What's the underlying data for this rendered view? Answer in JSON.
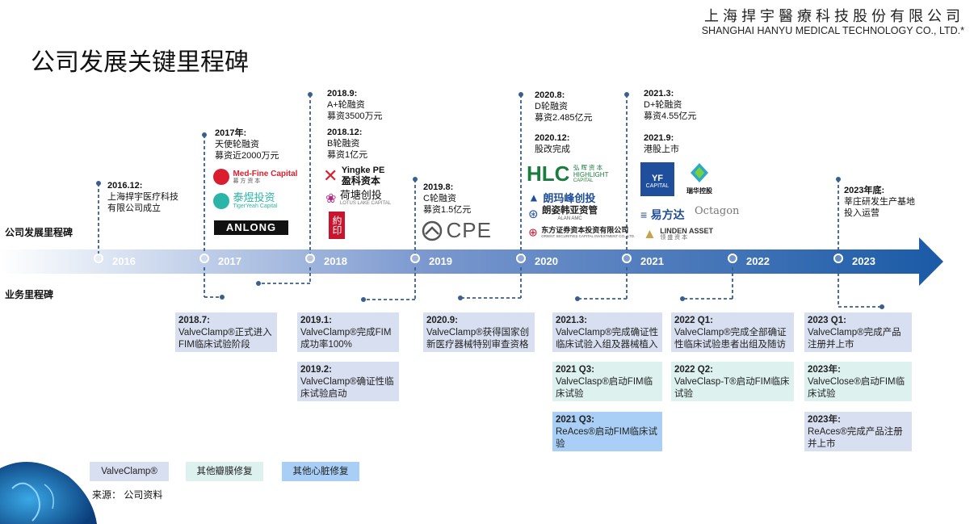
{
  "header": {
    "company_cn": "上海捍宇醫療科技股份有限公司",
    "company_en": "SHANGHAI HANYU MEDICAL TECHNOLOGY CO., LTD.*",
    "title": "公司发展关键里程碑"
  },
  "labels": {
    "company_milestones": "公司发展里程碑",
    "business_milestones": "业务里程碑"
  },
  "years": [
    "2016",
    "2017",
    "2018",
    "2019",
    "2020",
    "2021",
    "2022",
    "2023"
  ],
  "company_events": {
    "e2016": {
      "date": "2016.12:",
      "lines": [
        "上海捍宇医疗科技",
        "有限公司成立"
      ]
    },
    "e2017": {
      "date": "2017年:",
      "lines": [
        "天使轮融资",
        "募资近2000万元"
      ]
    },
    "e2018a": {
      "date": "2018.9:",
      "lines": [
        "A+轮融资",
        "募资3500万元"
      ]
    },
    "e2018b": {
      "date": "2018.12:",
      "lines": [
        "B轮融资",
        "募资1亿元"
      ]
    },
    "e2019": {
      "date": "2019.8:",
      "lines": [
        "C轮融资",
        "募资1.5亿元"
      ]
    },
    "e2020a": {
      "date": "2020.8:",
      "lines": [
        "D轮融资",
        "募资2.485亿元"
      ]
    },
    "e2020b": {
      "date": "2020.12:",
      "lines": [
        "股改完成"
      ]
    },
    "e2021a": {
      "date": "2021.3:",
      "lines": [
        "D+轮融资",
        "募资4.55亿元"
      ]
    },
    "e2021b": {
      "date": "2021.9:",
      "lines": [
        "港股上市"
      ]
    },
    "e2023": {
      "date": "2023年底:",
      "lines": [
        "莘庄研发生产基地",
        "投入运营"
      ]
    }
  },
  "investors": {
    "medfine": "Med-Fine Capital",
    "medfine_cn": "募 方 资 本",
    "tigeryeah": "泰煜投资",
    "tigeryeah_en": "TigerYeah Capital",
    "anlong": "ANLONG",
    "yingke": "Yingke PE",
    "yingke_cn": "盈科资本",
    "lotus": "荷塘创投",
    "lotus_en": "LOTUS LAKE CAPITAL",
    "yueyin": "約印",
    "cpe": "CPE",
    "hlc": "HLC",
    "hlc_cn": "弘 晖 资 本",
    "hlc_en": "HIGHLIGHT",
    "hlc_en2": "CAPITAL",
    "langma": "朗玛峰创投",
    "alanamc": "朗姿韩亚资管",
    "alanamc_en": "ALAN AMC",
    "orient": "东方证券资本投资有限公司",
    "orient_en": "ORIENT SECURITIES CAPITAL INVESTMENT CO., LTD.",
    "yf": "YF",
    "yf2": "CAPITAL",
    "ruihua": "瑞华控股",
    "yifangda": "易方达",
    "octagon": "Octagon",
    "linden": "LINDEN ASSET",
    "linden_cn": "领 盛 资 本"
  },
  "business_events": {
    "b1": {
      "date": "2018.7:",
      "text": "ValveClamp®正式进入FIM临床试验阶段"
    },
    "b2": {
      "date": "2019.1:",
      "text": "ValveClamp®完成FIM成功率100%"
    },
    "b3": {
      "date": "2019.2:",
      "text": "ValveClamp®确证性临床试验启动"
    },
    "b4": {
      "date": "2020.9:",
      "text": "ValveClamp®获得国家创新医疗器械特别审查资格"
    },
    "b5": {
      "date": "2021.3:",
      "text": "ValveClamp®完成确证性临床试验入组及器械植入"
    },
    "b6": {
      "date": "2021 Q3:",
      "text": "ValveClasp®启动FIM临床试验"
    },
    "b7": {
      "date": "2021 Q3:",
      "text": "ReAces®启动FIM临床试验"
    },
    "b8": {
      "date": "2022 Q1:",
      "text": "ValveClamp®完成全部确证性临床试验患者出组及随访"
    },
    "b9": {
      "date": "2022 Q2:",
      "text": "ValveClasp-T®启动FIM临床试验"
    },
    "b10": {
      "date": "2023 Q1:",
      "text": "ValveClamp®完成产品注册并上市"
    },
    "b11": {
      "date": "2023年:",
      "text": "ValveClose®启动FIM临床试验"
    },
    "b12": {
      "date": "2023年:",
      "text": "ReAces®完成产品注册并上市"
    }
  },
  "legend": [
    "ValveClamp®",
    "其他瓣膜修复",
    "其他心脏修复"
  ],
  "source": "来源： 公司资料",
  "colors": {
    "accent": "#1f5fa8",
    "valveclamp": "#d7dff0",
    "other_valve": "#ddf1ee",
    "other_heart": "#a9cff6",
    "dotted_line": "#3a5f8f"
  }
}
